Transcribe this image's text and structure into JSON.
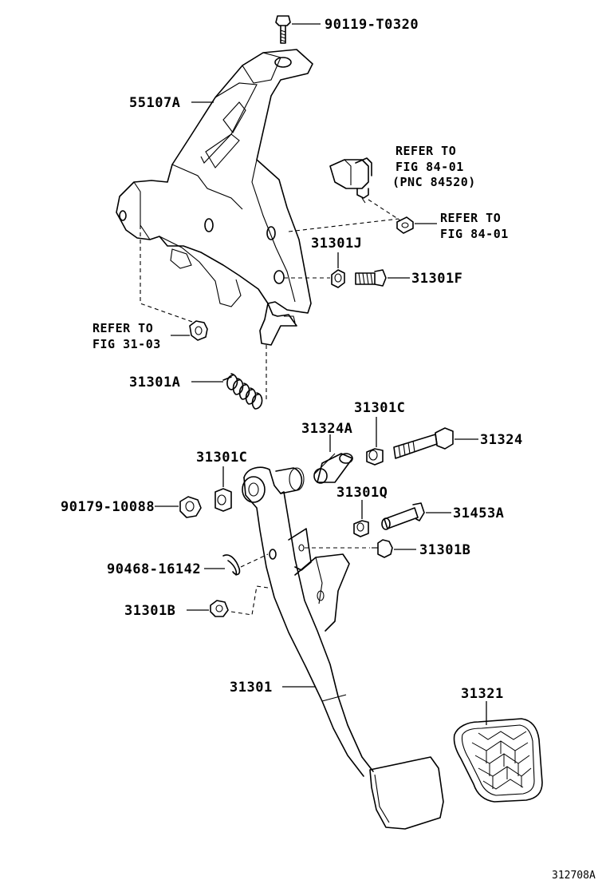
{
  "labels": {
    "p90119_T0320": "90119-T0320",
    "p55107A": "55107A",
    "refer_84_01_a": "REFER TO",
    "fig_84_01_a": "FIG 84-01",
    "pnc_84520": "(PNC 84520)",
    "refer_84_01_b": "REFER TO",
    "fig_84_01_b": "FIG 84-01",
    "p31301J": "31301J",
    "p31301F": "31301F",
    "refer_31_03": "REFER TO",
    "fig_31_03": "FIG 31-03",
    "p31301A": "31301A",
    "p31301C_top": "31301C",
    "p31324A": "31324A",
    "p31324": "31324",
    "p31301C_left": "31301C",
    "p90179_10088": "90179-10088",
    "p31301Q": "31301Q",
    "p31453A": "31453A",
    "p90468_16142": "90468-16142",
    "p31301B_right": "31301B",
    "p31301B_left": "31301B",
    "p31301": "31301",
    "p31321": "31321",
    "diagram_code": "312708A"
  }
}
